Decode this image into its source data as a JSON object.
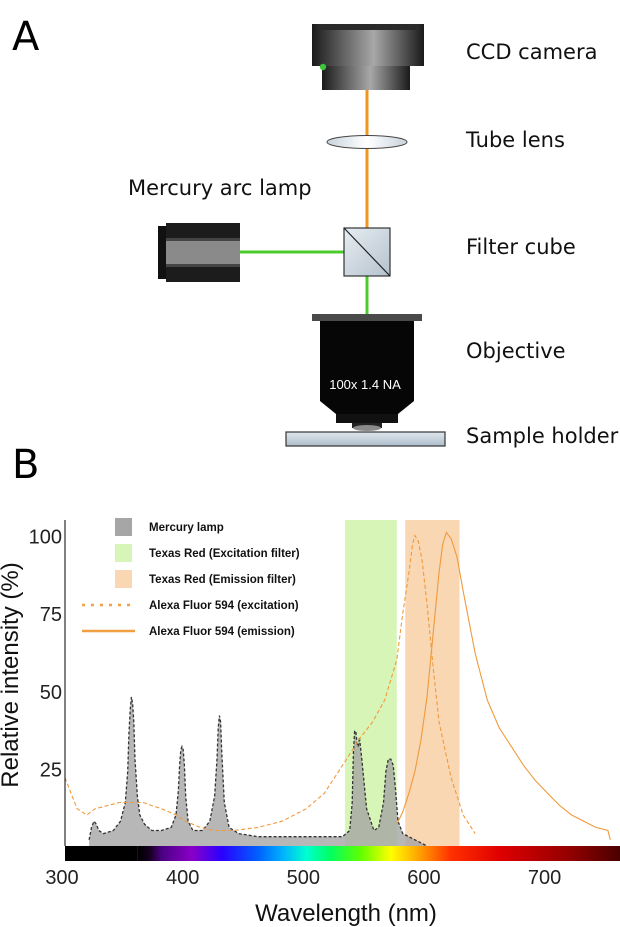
{
  "panel_a": {
    "letter": "A",
    "labels": {
      "camera": "CCD camera",
      "tube_lens": "Tube lens",
      "lamp": "Mercury arc lamp",
      "filter_cube": "Filter cube",
      "objective": "Objective",
      "objective_spec": "100x 1.4 NA",
      "sample_holder": "Sample holder"
    },
    "colors": {
      "emission_path": "#f0961e",
      "excitation_path": "#4ccc2a"
    }
  },
  "panel_b": {
    "letter": "B"
  },
  "chart_data": {
    "type": "area",
    "xlabel": "Wavelength (nm)",
    "ylabel": "Relative intensity (%)",
    "xlim": [
      300,
      760
    ],
    "ylim": [
      0,
      105
    ],
    "x_ticks": [
      300,
      400,
      500,
      600,
      700
    ],
    "y_ticks": [
      25,
      50,
      75,
      100
    ],
    "grid": false,
    "legend_position": "top-left",
    "legend": [
      {
        "label": "Mercury lamp",
        "style": "gray-fill",
        "color": "#aaaaaa"
      },
      {
        "label": "Texas Red (Excitation filter)",
        "style": "green-band",
        "color": "#d8f5b8"
      },
      {
        "label": "Texas Red (Emission filter)",
        "style": "orange-band",
        "color": "#f9d7b3"
      },
      {
        "label": "Alexa Fluor 594 (excitation)",
        "style": "dotted-orange",
        "color": "#f0a040"
      },
      {
        "label": "Alexa Fluor 594 (emission)",
        "style": "solid-orange",
        "color": "#f0a040"
      }
    ],
    "bands": [
      {
        "name": "Texas Red (Excitation filter)",
        "from": 532,
        "to": 575,
        "color": "#d8f5b8"
      },
      {
        "name": "Texas Red (Emission filter)",
        "from": 582,
        "to": 627,
        "color": "#f9d7b3"
      }
    ],
    "series": [
      {
        "name": "Mercury lamp",
        "x": [
          320,
          322,
          324,
          326,
          328,
          332,
          340,
          346,
          350,
          352,
          353,
          354,
          355,
          356,
          357,
          358,
          360,
          362,
          366,
          372,
          380,
          388,
          392,
          394,
          395,
          396,
          397,
          398,
          399,
          400,
          402,
          406,
          414,
          420,
          424,
          426,
          427,
          428,
          429,
          430,
          432,
          436,
          444,
          460,
          480,
          500,
          520,
          530,
          536,
          538,
          539,
          540,
          541,
          542,
          543,
          544,
          546,
          550,
          556,
          560,
          564,
          566,
          568,
          570,
          572,
          574,
          576,
          580,
          590,
          600
        ],
        "y": [
          2,
          6,
          8,
          7,
          5,
          4,
          5,
          8,
          14,
          24,
          36,
          44,
          48,
          46,
          40,
          28,
          16,
          10,
          7,
          5,
          5,
          6,
          10,
          18,
          26,
          31,
          32,
          31,
          26,
          16,
          8,
          5,
          5,
          8,
          16,
          28,
          38,
          42,
          40,
          30,
          14,
          6,
          4,
          3,
          3,
          3,
          3,
          3,
          5,
          14,
          30,
          37,
          37,
          33,
          32,
          35,
          28,
          12,
          5,
          6,
          14,
          24,
          28,
          28,
          26,
          18,
          8,
          4,
          2,
          0
        ]
      },
      {
        "name": "Alexa Fluor 594 (excitation)",
        "x": [
          300,
          305,
          310,
          318,
          325,
          335,
          345,
          355,
          365,
          372,
          380,
          392,
          400,
          412,
          424,
          440,
          460,
          480,
          500,
          515,
          525,
          535,
          545,
          555,
          565,
          575,
          580,
          585,
          588,
          590,
          593,
          596,
          600,
          605,
          610,
          620,
          630,
          640
        ],
        "y": [
          22,
          17,
          12,
          10,
          12,
          13,
          14,
          14,
          14,
          13,
          12,
          10,
          8,
          6,
          5,
          5,
          6,
          8,
          12,
          17,
          23,
          29,
          35,
          40,
          47,
          60,
          75,
          88,
          97,
          100,
          98,
          92,
          78,
          58,
          40,
          22,
          10,
          4
        ]
      },
      {
        "name": "Alexa Fluor 594 (emission)",
        "x": [
          575,
          580,
          585,
          590,
          595,
          600,
          605,
          610,
          613,
          616,
          620,
          625,
          630,
          640,
          650,
          660,
          670,
          680,
          690,
          700,
          710,
          720,
          730,
          740,
          750,
          752
        ],
        "y": [
          7,
          11,
          17,
          24,
          34,
          48,
          68,
          88,
          97,
          101,
          99,
          93,
          82,
          62,
          47,
          38,
          32,
          26,
          21,
          17,
          13,
          10,
          8,
          6,
          5,
          2
        ]
      }
    ]
  }
}
